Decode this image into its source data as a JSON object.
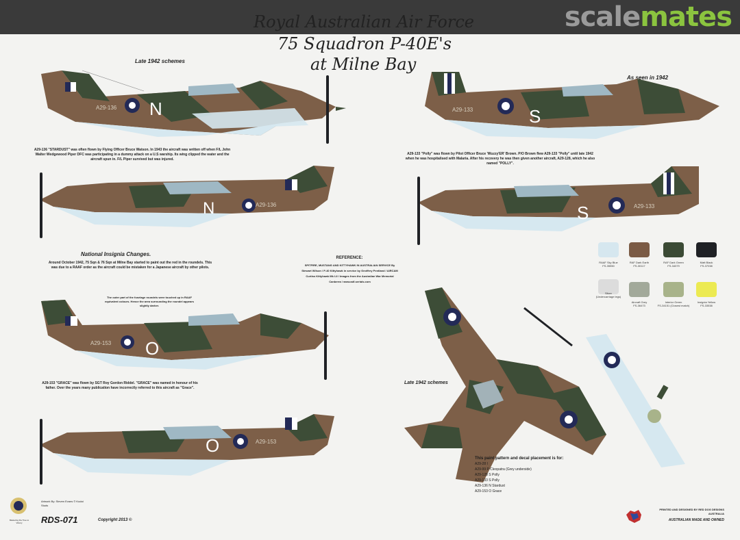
{
  "watermark": {
    "part1": "scale",
    "part2": "mates"
  },
  "title": {
    "line1": "Royal Australian Air Force",
    "line2": "75 Squadron P-40E's",
    "line3": "at Milne Bay"
  },
  "labels": {
    "late_1942_left": "Late 1942 schemes",
    "as_seen_1942": "As seen in 1942",
    "late_1942_plan": "Late 1942 schemes"
  },
  "aircraft": {
    "a29_136": {
      "serial": "A29-136",
      "letter": "N",
      "name": "Stardust"
    },
    "a29_133": {
      "serial": "A29-133",
      "letter": "S",
      "name": "Polly"
    },
    "a29_153": {
      "serial": "A29-153",
      "letter": "O",
      "name": "Grace"
    }
  },
  "captions": {
    "stardust": "A29-136 \"STARDUST\" was often flown by Flying Officer Bruce Watson. In 1943 the aircraft was written off when F/L John Walter Wedgewood Piper DFC was participating in a dummy attack on a U.S warship. Its wing clipped the water and the aircraft spun in. F/L Piper survived but was injured.",
    "polly": "A29-133 \"Polly\" was flown by Pilot Officer Bruce 'Wuzzy'ER' Brown. P/O Brown flew A29-133 \"Polly\" until late 1942 when he was hospitalised with Malaria. After his recovery he was then given another aircraft, A29-128, which he also named \"POLLY\".",
    "insignia_title": "National Insignia Changes.",
    "insignia": "Around October 1942, 75 Sqn & 76 Sqn at Milne Bay started to paint out the red in the roundels. This was due to a RAAF order as the aircraft could be mistaken for a Japanese aircraft by other pilots.",
    "roundels": "The outer part of the fuselage roundels were touched up in RAAF equivalent colours. Hence the area surrounding the roundel appears slightly darker.",
    "grace": "A29-153 \"GRACE\" was flown by SGT Roy Gordon Riddel. \"GRACE\" was named in honour of his father. Over the years many publication have incorrectly referred to this aircraft as \"Grace\".",
    "reference_title": "REFERENCE:",
    "reference": "SPITFIRE, MUSTANG AND KITTYHAWK IN AUSTRALIAN SERVICE By Stewart Wilson / P-40 Kittyhawk in service by Geoffrey Pentland / AIRCAM Curtiss Kittyhawk Mk I-II / Images from the Australian War Memorial Canberra / www.adf-serials.com"
  },
  "colors": [
    {
      "name": "RAAF Sky Blue",
      "code": "FS-35550",
      "hex": "#d6e7ef"
    },
    {
      "name": "RAF Dark Earth",
      "code": "FS-30117",
      "hex": "#7b5b45"
    },
    {
      "name": "RAF Dark Green",
      "code": "FS-34079",
      "hex": "#3b4a35"
    },
    {
      "name": "Matt Black",
      "code": "FS-37038",
      "hex": "#1f2125"
    },
    {
      "name": "Silver",
      "code": "(Undercarriage legs)",
      "hex": "#dcdcdc"
    },
    {
      "name": "Aircraft Grey",
      "code": "FS-36473",
      "hex": "#a2a99a"
    },
    {
      "name": "Interior Green",
      "code": "FS-34151 (Closest match)",
      "hex": "#a8b38a"
    },
    {
      "name": "Insignia Yellow",
      "code": "FS-33538",
      "hex": "#ecea52"
    }
  ],
  "decal_list": {
    "heading": "This paint pattern and decal placement is for:",
    "rows": [
      "A29-28   I",
      "A29-99   P  Cleopatra  (Grey underside)",
      "A29-128  S  Polly",
      "A29-133  S  Polly",
      "A29-136  N  Stardust",
      "A29-153  O  Grace"
    ]
  },
  "footer": {
    "artwork": "Artwork By: Steven Evans © Kudai Studs",
    "motto": "Mastering the Tree to Victory",
    "code": "RDS-071",
    "copyright": "Copyright 2013 ©",
    "printed": "PRINTED AND DESIGNED BY RED DOG DESIGNS AUSTRALIA",
    "made": "AUSTRALIAN MADE AND OWNED"
  },
  "palette": {
    "earth": "#7d5f48",
    "green": "#3d4d37",
    "sky": "#d6e8f0",
    "roundel": "#232a57"
  }
}
